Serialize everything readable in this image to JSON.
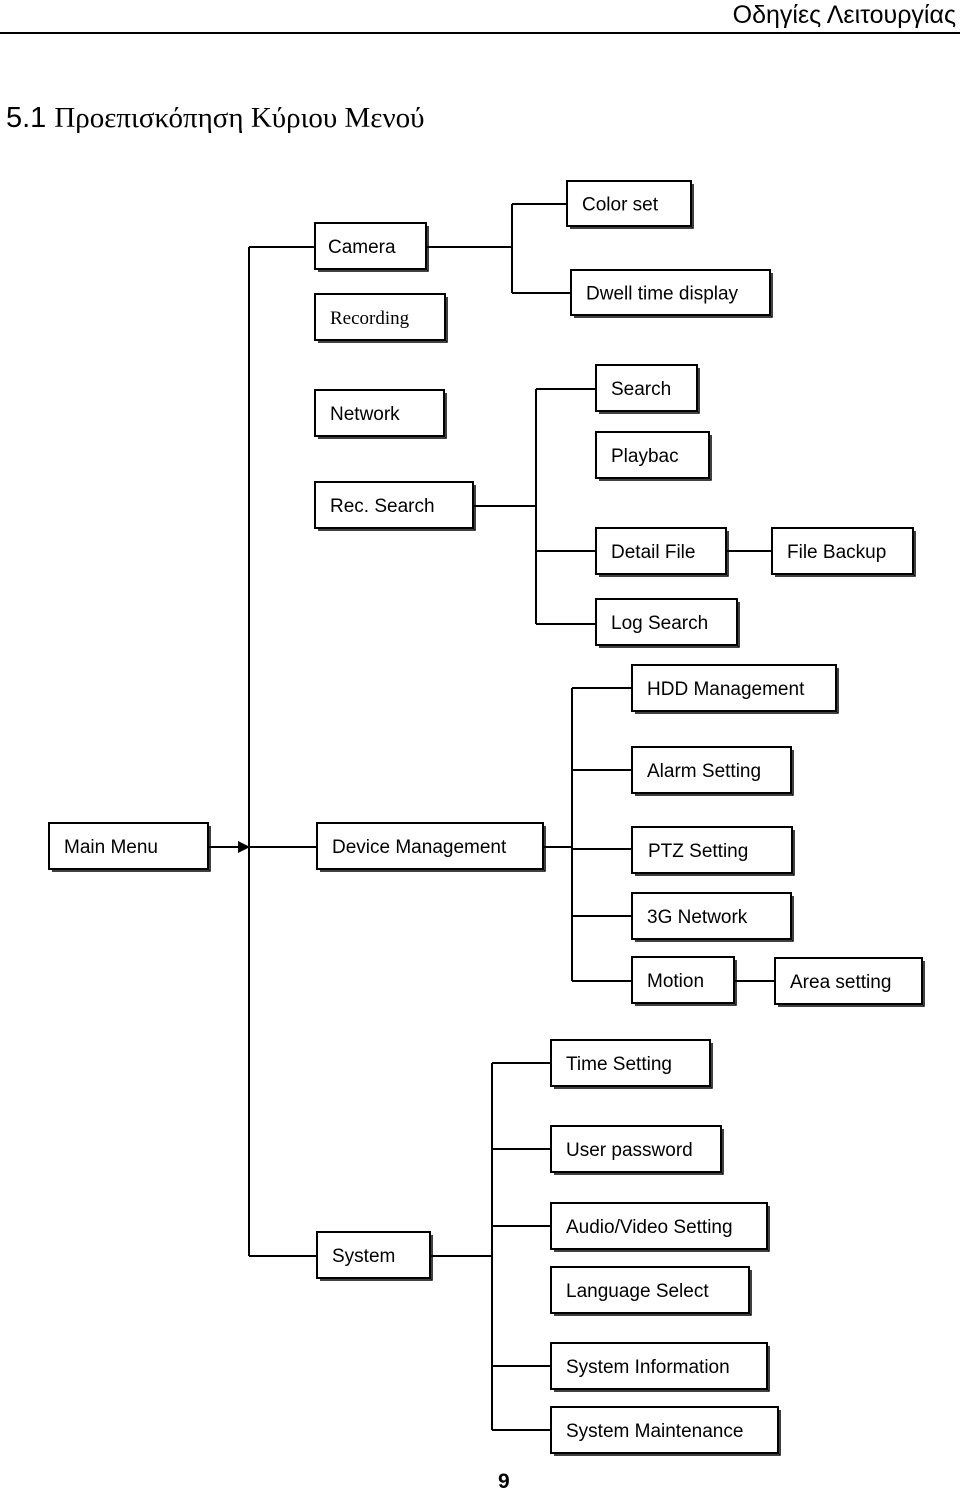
{
  "header": {
    "title": "Οδηγίες Λειτουργίας"
  },
  "section": {
    "number": "5.1",
    "title": "Προεπισκόπηση Κύριου Μενού"
  },
  "menu": {
    "main_menu": "Main Menu",
    "camera": "Camera",
    "recording": "Recording",
    "network": "Network",
    "rec_search": "Rec. Search",
    "device_management": "Device Management",
    "system": "System",
    "color_set": "Color set",
    "dwell_time_display": "Dwell time display",
    "search": "Search",
    "playbac": "Playbac",
    "detail_file": "Detail File",
    "file_backup": "File Backup",
    "log_search": "Log Search",
    "hdd_management": "HDD Management",
    "alarm_setting": "Alarm Setting",
    "ptz_setting": "PTZ Setting",
    "3g_network": "3G Network",
    "motion": "Motion",
    "area_setting": "Area setting",
    "time_setting": "Time Setting",
    "user_password": "User password",
    "audio_video_setting": "Audio/Video Setting",
    "language_select": "Language Select",
    "system_information": "System Information",
    "system_maintenance": "System Maintenance"
  },
  "page_number": "9"
}
